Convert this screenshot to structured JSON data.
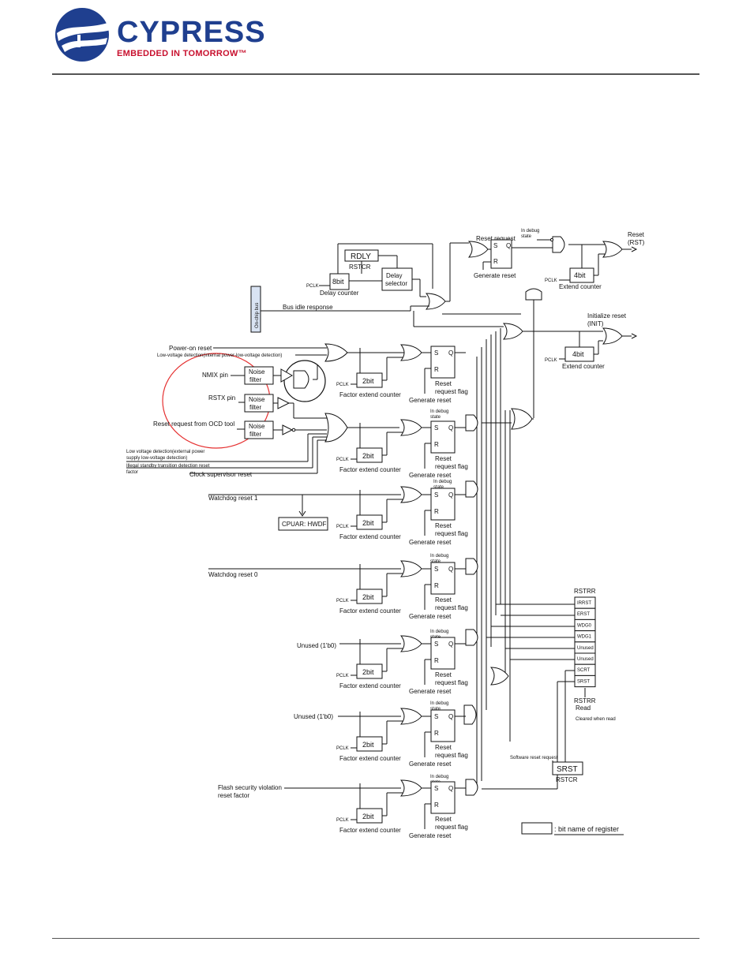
{
  "header": {
    "logo_name": "CYPRESS",
    "logo_tagline": "EMBEDDED IN TOMORROW™"
  },
  "diagram": {
    "labels": {
      "reset_rst": "Reset",
      "reset_rst_sub": "(RST)",
      "init": "Initialize reset",
      "init_sub": "(INIT)",
      "reset_request": "Reset request",
      "in_debug_state": "In debug",
      "state": "state",
      "rdly": "RDLY",
      "rstcr": "RSTCR",
      "bit8": "8bit",
      "pclk": "PCLK",
      "delay_counter": "Delay counter",
      "delay_selector_1": "Delay",
      "delay_selector_2": "selector",
      "generate_reset": "Generate reset",
      "bit4": "4bit",
      "extend_counter": "Extend counter",
      "on_chip_bus": "On-chip bus",
      "bus_idle": "Bus idle response",
      "power_on_reset": "Power-on reset",
      "low_voltage_internal": "Low-voltage detection(internal power-low-voltage detection)",
      "nmix_pin": "NMIX pin",
      "rstx_pin": "RSTX pin",
      "ocd_tool": "Reset request from OCD tool",
      "noise": "Noise",
      "filter": "filter",
      "bit2": "2bit",
      "factor_extend_counter": "Factor extend counter",
      "reset_request_flag_1": "Reset",
      "reset_request_flag_2": "request flag",
      "low_voltage_external_1": "Low voltage detection(external power",
      "low_voltage_external_2": "supply low-voltage detection)",
      "illegal_standby_1": "Illegal standby transition detection reset",
      "illegal_standby_2": "factor",
      "clock_supervisor": "Clock supervisor reset",
      "watchdog1": "Watchdog reset 1",
      "cpuar": "CPUAR: HWDF",
      "watchdog0": "Watchdog reset 0",
      "unused1": "Unused (1'b0)",
      "unused2": "Unused (1'b0)",
      "flash_1": "Flash security violation",
      "flash_2": "reset factor",
      "s": "S",
      "q": "Q",
      "r": "R",
      "rstrr": "RSTRR",
      "rstrr_read_1": "RSTRR",
      "rstrr_read_2": "Read",
      "cleared_when_read": "Cleared when read",
      "software_reset_request": "Software reset request",
      "srst": "SRST",
      "bit_name_legend": ": bit name of register"
    },
    "rstrr_bits": [
      "IRRST",
      "ERST",
      "WDG0",
      "WDG1",
      "Unused",
      "Unused",
      "SCRT",
      "SRST"
    ]
  }
}
